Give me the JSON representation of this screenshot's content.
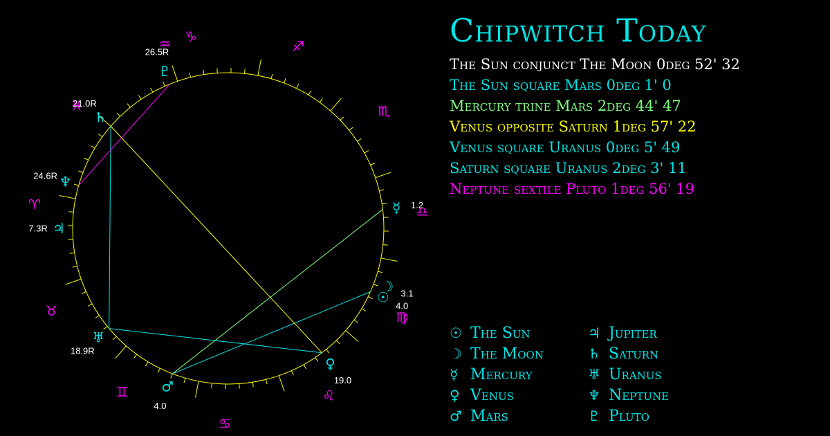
{
  "colors": {
    "background": "#000000",
    "ring": "#ffff00",
    "planet": "#00e6e6",
    "sign": "#ff00ff",
    "label": "#ffffff"
  },
  "title": "Chipwitch Today",
  "aspects": [
    {
      "text": "The Sun conjunct The Moon 0deg 52' 32",
      "color": "#ffffff"
    },
    {
      "text": "The Sun square Mars 0deg 1' 0",
      "color": "#00e6e6"
    },
    {
      "text": "Mercury trine Mars 2deg 44' 47",
      "color": "#80ff80"
    },
    {
      "text": "Venus opposite Saturn 1deg 57' 22",
      "color": "#ffff00"
    },
    {
      "text": "Venus square Uranus 0deg 5' 49",
      "color": "#00e6e6"
    },
    {
      "text": "Saturn square Uranus 2deg 3' 11",
      "color": "#00e6e6"
    },
    {
      "text": "Neptune sextile Pluto 1deg 56' 19",
      "color": "#ff00ff"
    }
  ],
  "legend": [
    {
      "symbol": "☉",
      "name": "The Sun",
      "icon": "sun-icon"
    },
    {
      "symbol": "☽",
      "name": "The Moon",
      "icon": "moon-icon"
    },
    {
      "symbol": "☿",
      "name": "Mercury",
      "icon": "mercury-icon"
    },
    {
      "symbol": "♀",
      "name": "Venus",
      "icon": "venus-icon"
    },
    {
      "symbol": "♂",
      "name": "Mars",
      "icon": "mars-icon"
    },
    {
      "symbol": "♃",
      "name": "Jupiter",
      "icon": "jupiter-icon"
    },
    {
      "symbol": "♄",
      "name": "Saturn",
      "icon": "saturn-icon"
    },
    {
      "symbol": "♅",
      "name": "Uranus",
      "icon": "uranus-icon"
    },
    {
      "symbol": "♆",
      "name": "Neptune",
      "icon": "neptune-icon"
    },
    {
      "symbol": "♇",
      "name": "Pluto",
      "icon": "pluto-icon"
    }
  ],
  "wheel": {
    "signs": [
      {
        "symbol": "♑",
        "name": "capricorn",
        "angle": 259
      },
      {
        "symbol": "♐",
        "name": "sagittarius",
        "angle": 291
      },
      {
        "symbol": "♏",
        "name": "scorpio",
        "angle": 323
      },
      {
        "symbol": "♎",
        "name": "libra",
        "angle": 355
      },
      {
        "symbol": "♍",
        "name": "virgo",
        "angle": 27
      },
      {
        "symbol": "♌",
        "name": "leo",
        "angle": 59
      },
      {
        "symbol": "♋",
        "name": "cancer",
        "angle": 91
      },
      {
        "symbol": "♊",
        "name": "gemini",
        "angle": 123
      },
      {
        "symbol": "♉",
        "name": "taurus",
        "angle": 155
      },
      {
        "symbol": "♈",
        "name": "aries",
        "angle": 187
      },
      {
        "symbol": "♓",
        "name": "pisces",
        "angle": 219
      },
      {
        "symbol": "♒",
        "name": "aquarius",
        "angle": 251
      }
    ],
    "planets": [
      {
        "id": "sun",
        "symbol": "☉",
        "label": "4.0",
        "angle": 24
      },
      {
        "id": "moon",
        "symbol": "☽",
        "label": "3.1",
        "angle": 20
      },
      {
        "id": "mercury",
        "symbol": "☿",
        "label": "1.2",
        "angle": 353
      },
      {
        "id": "venus",
        "symbol": "♀",
        "label": "19.0",
        "angle": 53
      },
      {
        "id": "mars",
        "symbol": "♂",
        "label": "4.0",
        "angle": 111
      },
      {
        "id": "uranus",
        "symbol": "♅",
        "label": "18.9R",
        "angle": 140
      },
      {
        "id": "jupiter",
        "symbol": "♃",
        "label": "7.3R",
        "angle": 180
      },
      {
        "id": "neptune",
        "symbol": "♆",
        "label": "24.6R",
        "angle": 196
      },
      {
        "id": "saturn",
        "symbol": "♄",
        "label": "21.0R",
        "angle": 221
      },
      {
        "id": "pluto",
        "symbol": "♇",
        "label": "26.5R",
        "angle": 248
      }
    ],
    "aspect_lines": [
      {
        "from": "mars",
        "to": "mercury",
        "color": "#80ff80"
      },
      {
        "from": "mars",
        "to": "sun",
        "color": "#00e6e6"
      },
      {
        "from": "venus",
        "to": "saturn",
        "color": "#ffff00"
      },
      {
        "from": "venus",
        "to": "uranus",
        "color": "#00e6e6"
      },
      {
        "from": "saturn",
        "to": "uranus",
        "color": "#00e6e6"
      },
      {
        "from": "neptune",
        "to": "pluto",
        "color": "#ff00ff"
      }
    ]
  }
}
